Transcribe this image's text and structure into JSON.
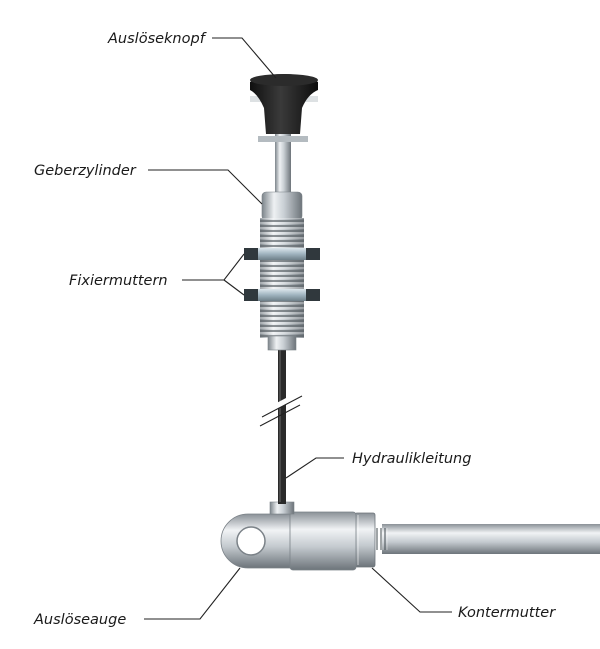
{
  "labels": {
    "ausloeseknopf": "Auslöseknopf",
    "geberzylinder": "Geberzylinder",
    "fixiermuttern": "Fixiermuttern",
    "hydraulikleitung": "Hydraulikleitung",
    "ausloeseauge": "Auslöseauge",
    "kontermutter": "Kontermutter"
  },
  "colors": {
    "knob": "#1e1e1e",
    "metal_light": "#eef1f3",
    "metal_mid": "#b9c0c6",
    "metal_dark": "#6d747a",
    "nut": "#9fb3bf",
    "line": "#2a2a2a",
    "background": "#ffffff"
  }
}
